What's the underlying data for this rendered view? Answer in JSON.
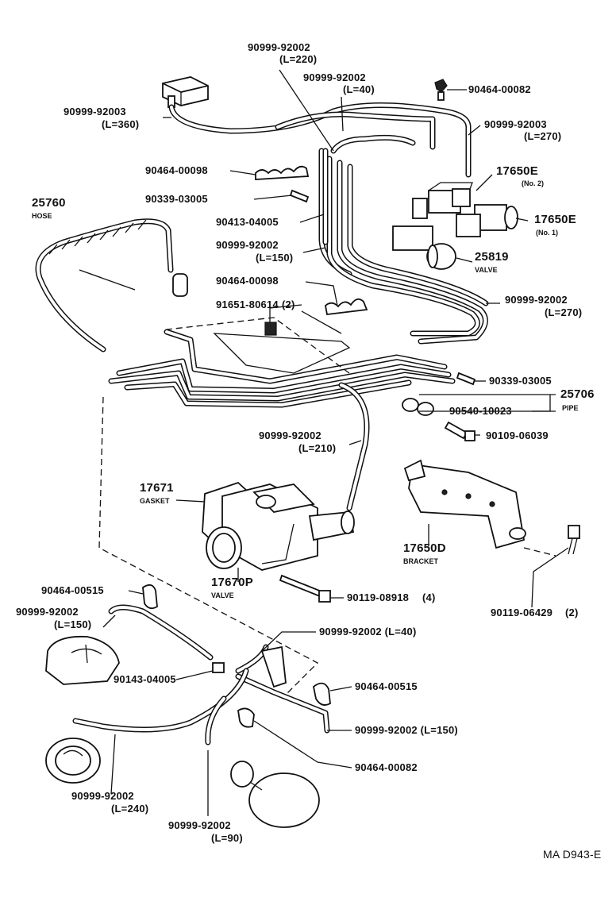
{
  "labels": {
    "p_90999_92002_L220": {
      "code": "90999-92002",
      "sub": "(L=220)"
    },
    "p_90999_92002_L40_top": {
      "code": "90999-92002",
      "sub": "(L=40)"
    },
    "p_90464_00082_top": {
      "code": "90464-00082"
    },
    "p_90999_92003_L360": {
      "code": "90999-92003",
      "sub": "(L=360)"
    },
    "p_90999_92003_L270": {
      "code": "90999-92003",
      "sub": "(L=270)"
    },
    "p_90464_00098_a": {
      "code": "90464-00098"
    },
    "p_17650E_no2": {
      "code": "17650E",
      "sub": "(No. 2)"
    },
    "p_90339_03005_a": {
      "code": "90339-03005"
    },
    "p_25760": {
      "code": "25760",
      "sub": "HOSE"
    },
    "p_90413_04005": {
      "code": "90413-04005"
    },
    "p_17650E_no1": {
      "code": "17650E",
      "sub": "(No. 1)"
    },
    "p_90999_92002_L150_a": {
      "code": "90999-92002",
      "sub": "(L=150)"
    },
    "p_25819": {
      "code": "25819",
      "sub": "VALVE"
    },
    "p_90464_00098_b": {
      "code": "90464-00098"
    },
    "p_91651_80614": {
      "code": "91651-80614",
      "qty": "(2)"
    },
    "p_90999_92002_L270": {
      "code": "90999-92002",
      "sub": "(L=270)"
    },
    "p_90339_03005_b": {
      "code": "90339-03005"
    },
    "p_25706": {
      "code": "25706",
      "sub": "PIPE"
    },
    "p_90540_10023": {
      "code": "90540-10023"
    },
    "p_90109_06039": {
      "code": "90109-06039"
    },
    "p_90999_92002_L210": {
      "code": "90999-92002",
      "sub": "(L=210)"
    },
    "p_17671": {
      "code": "17671",
      "sub": "GASKET"
    },
    "p_17650D": {
      "code": "17650D",
      "sub": "BRACKET"
    },
    "p_17670P": {
      "code": "17670P",
      "sub": "VALVE"
    },
    "p_90119_08918": {
      "code": "90119-08918",
      "qty": "(4)"
    },
    "p_90119_06429": {
      "code": "90119-06429",
      "qty": "(2)"
    },
    "p_90464_00515_a": {
      "code": "90464-00515"
    },
    "p_90999_92002_L150_b": {
      "code": "90999-92002",
      "sub": "(L=150)"
    },
    "p_90999_92002_L40_bottom": {
      "code": "90999-92002 (L=40)"
    },
    "p_90143_04005": {
      "code": "90143-04005"
    },
    "p_90464_00515_b": {
      "code": "90464-00515"
    },
    "p_90999_92002_L150_c": {
      "code": "90999-92002 (L=150)"
    },
    "p_90464_00082_bottom": {
      "code": "90464-00082"
    },
    "p_90999_92002_L240": {
      "code": "90999-92002",
      "sub": "(L=240)"
    },
    "p_90999_92002_L90": {
      "code": "90999-92002",
      "sub": "(L=90)"
    }
  },
  "footer": {
    "ref": "MA D943-E"
  }
}
